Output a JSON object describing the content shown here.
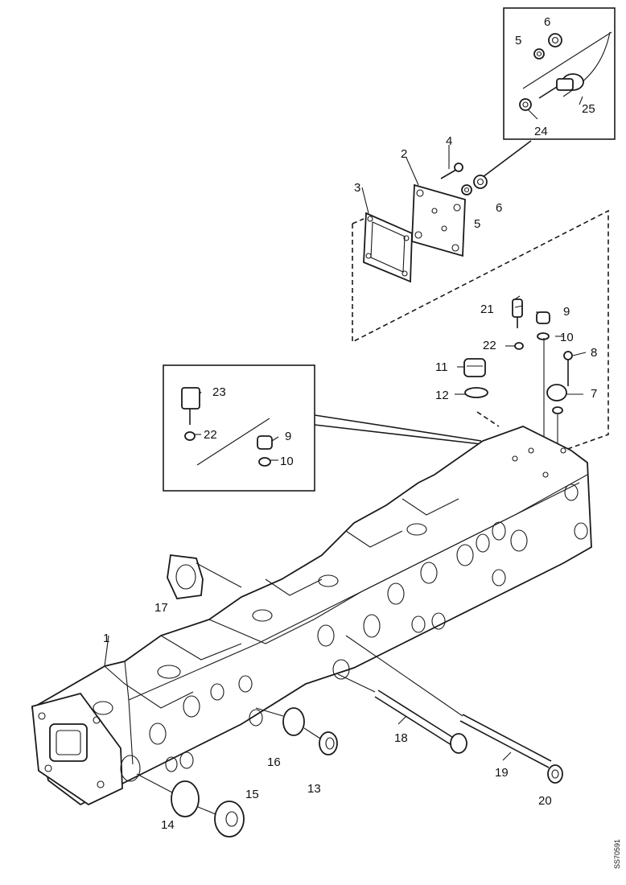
{
  "diagram": {
    "reference_code": "SS70591",
    "callouts": {
      "c1": "1",
      "c2": "2",
      "c3": "3",
      "c4": "4",
      "c5a": "5",
      "c5b": "5",
      "c6a": "6",
      "c6b": "6",
      "c7": "7",
      "c8": "8",
      "c9a": "9",
      "c9b": "9",
      "c10a": "10",
      "c10b": "10",
      "c11": "11",
      "c12": "12",
      "c13": "13",
      "c14": "14",
      "c15": "15",
      "c16": "16",
      "c17": "17",
      "c18": "18",
      "c19": "19",
      "c20": "20",
      "c21": "21",
      "c22a": "22",
      "c22b": "22",
      "c23": "23",
      "c24": "24",
      "c25": "25"
    }
  }
}
